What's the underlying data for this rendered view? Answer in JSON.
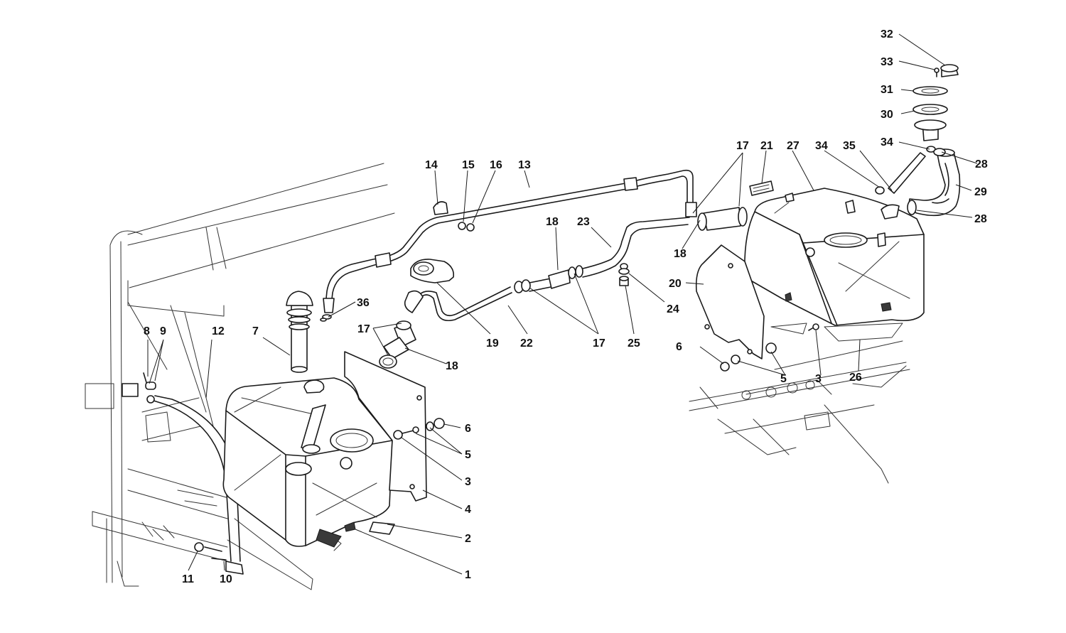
{
  "callouts": [
    "1",
    "2",
    "3",
    "4",
    "5",
    "6",
    "7",
    "8",
    "9",
    "10",
    "11",
    "12",
    "13",
    "14",
    "15",
    "16",
    "17",
    "18",
    "19",
    "20",
    "21",
    "22",
    "23",
    "24",
    "25",
    "26",
    "27",
    "28",
    "29",
    "30",
    "31",
    "32",
    "33",
    "34",
    "35",
    "36"
  ],
  "left_assembly_labels": {
    "l1": "1",
    "l2": "2",
    "l3": "3",
    "l4": "4",
    "l5": "5",
    "l6": "6",
    "l7": "7",
    "l8": "8",
    "l9": "9",
    "l10": "10",
    "l11": "11",
    "l12": "12",
    "l36": "36"
  },
  "pipe_labels": {
    "l13": "13",
    "l14": "14",
    "l15": "15",
    "l16": "16",
    "l17a": "17",
    "l17b": "17",
    "l18a": "18",
    "l18b": "18",
    "l19": "19",
    "l22": "22",
    "l23": "23",
    "l24": "24",
    "l25": "25"
  },
  "right_assembly_labels": {
    "l3": "3",
    "l5": "5",
    "l6": "6",
    "l17": "17",
    "l18": "18",
    "l20": "20",
    "l21": "21",
    "l26": "26",
    "l27": "27",
    "l28a": "28",
    "l28b": "28",
    "l29": "29",
    "l30": "30",
    "l31": "31",
    "l32": "32",
    "l33": "33",
    "l34a": "34",
    "l34b": "34",
    "l35": "35"
  }
}
